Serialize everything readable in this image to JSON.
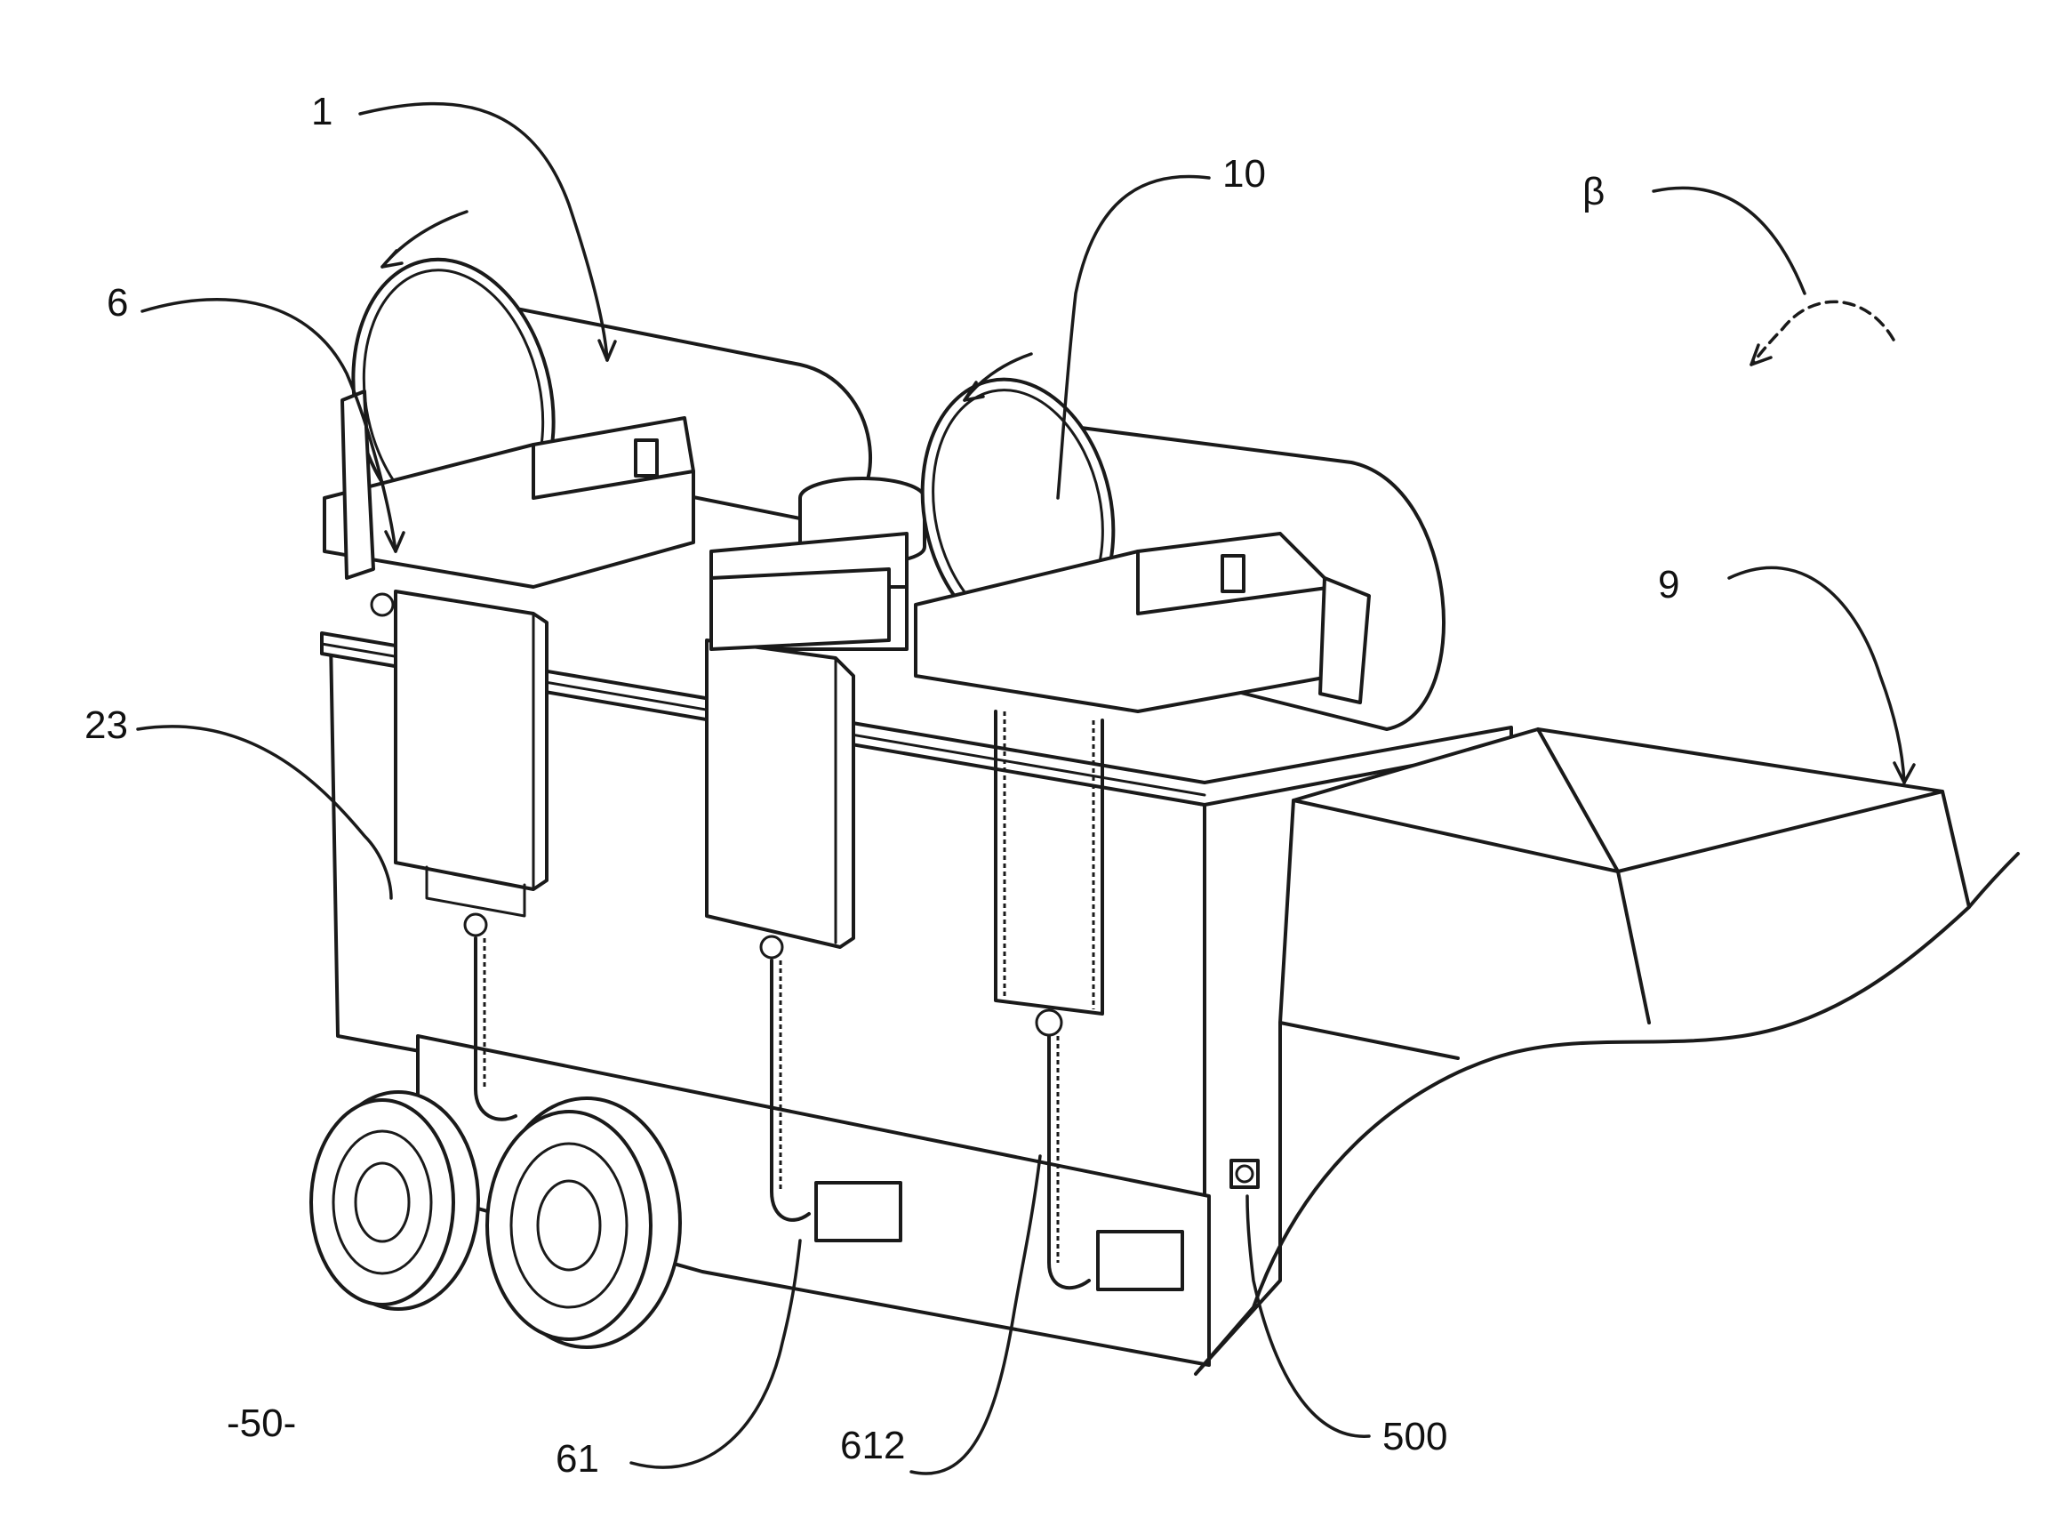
{
  "labels": {
    "l1": "1",
    "l10": "10",
    "lbeta": "β",
    "l6": "6",
    "l9": "9",
    "l23": "23",
    "l50": "-50-",
    "l61": "61",
    "l612": "612",
    "l500": "500"
  }
}
